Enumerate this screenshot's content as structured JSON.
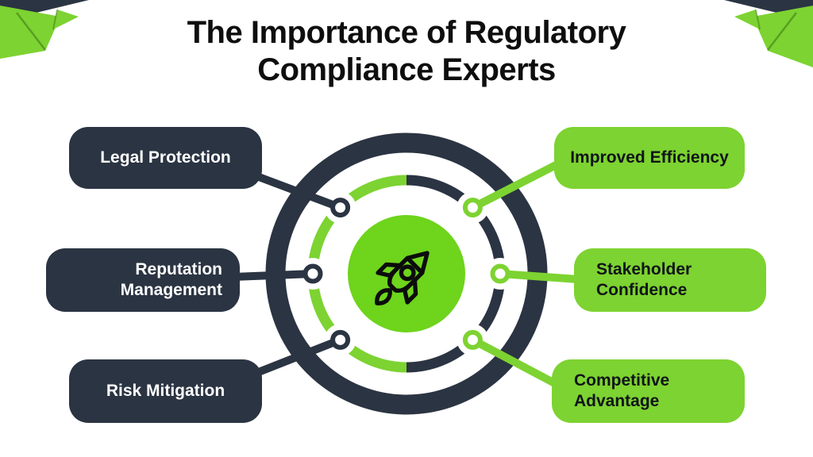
{
  "title": {
    "full": "The Importance of Regulatory Compliance Experts",
    "line1": "The Importance of Regulatory",
    "line2": "Compliance Experts"
  },
  "diagram": {
    "center_icon": "rocket-icon",
    "left_items": [
      {
        "label": "Legal Protection"
      },
      {
        "label": "Reputation Management"
      },
      {
        "label": "Risk Mitigation"
      }
    ],
    "right_items": [
      {
        "label": "Improved Efficiency"
      },
      {
        "label": "Stakeholder Confidence"
      },
      {
        "label": "Competitive Advantage"
      }
    ]
  },
  "colors": {
    "dark_navy": "#2b3442",
    "lime_green": "#7dd331",
    "center_circle_green": "#6ed41c",
    "title_text": "#0e0e0e",
    "box_text_light": "#ffffff",
    "box_text_dark": "#101419",
    "background": "#ffffff"
  }
}
